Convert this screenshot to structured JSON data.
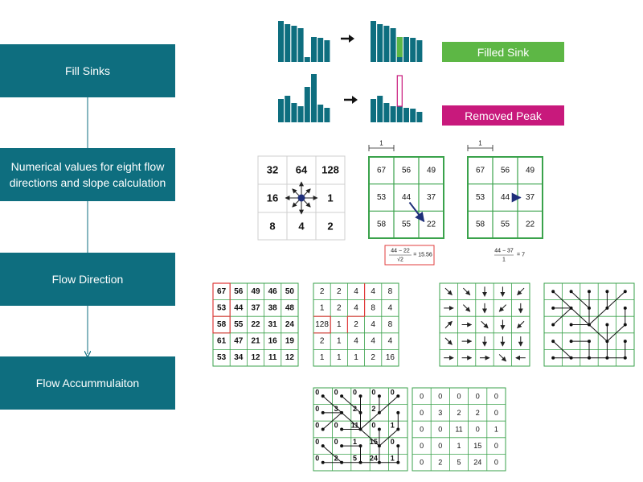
{
  "steps": [
    {
      "label": "Fill Sinks"
    },
    {
      "label": "Numerical values for eight flow directions and slope calculation"
    },
    {
      "label": "Flow Direction"
    },
    {
      "label": "Flow Accummulaiton"
    }
  ],
  "legend": {
    "filled_sink": {
      "label": "Filled Sink",
      "color": "#5db745"
    },
    "removed_peak": {
      "label": "Removed Peak",
      "color": "#c8197c"
    }
  },
  "colors": {
    "box": "#0e6e7f",
    "grid_green": "#3aa24b",
    "grid_red": "#e03c3c",
    "arrow_blue": "#1f2f7a"
  },
  "profiles": {
    "sink_before": [
      51,
      47,
      45,
      42,
      6,
      31,
      30,
      27
    ],
    "sink_after": [
      51,
      47,
      45,
      42,
      31,
      31,
      30,
      27
    ],
    "peak_before": [
      29,
      33,
      24,
      20,
      44,
      60,
      22,
      18
    ],
    "peak_after": [
      29,
      33,
      24,
      20,
      20,
      18,
      17,
      13
    ]
  },
  "direction_codes": {
    "rows": [
      [
        "32",
        "64",
        "128"
      ],
      [
        "16",
        "",
        "1"
      ],
      [
        "8",
        "4",
        "2"
      ]
    ]
  },
  "slope": {
    "unit_label": "1",
    "grid": [
      [
        "67",
        "56",
        "49"
      ],
      [
        "53",
        "44",
        "37"
      ],
      [
        "58",
        "55",
        "22"
      ]
    ],
    "diagonal_formula": {
      "numerator": "44 − 22",
      "denominator": "√2",
      "result": "= 15.56"
    },
    "straight_formula": {
      "numerator": "44 − 37",
      "denominator": "1",
      "result": "= 7"
    }
  },
  "elevation_grid": [
    [
      "67",
      "56",
      "49",
      "46",
      "50"
    ],
    [
      "53",
      "44",
      "37",
      "38",
      "48"
    ],
    [
      "58",
      "55",
      "22",
      "31",
      "24"
    ],
    [
      "61",
      "47",
      "21",
      "16",
      "19"
    ],
    [
      "53",
      "34",
      "12",
      "11",
      "12"
    ]
  ],
  "direction_grid": [
    [
      "2",
      "2",
      "4",
      "4",
      "8"
    ],
    [
      "1",
      "2",
      "4",
      "8",
      "4"
    ],
    [
      "128",
      "1",
      "2",
      "4",
      "8"
    ],
    [
      "2",
      "1",
      "4",
      "4",
      "4"
    ],
    [
      "1",
      "1",
      "1",
      "2",
      "16"
    ]
  ],
  "accumulation_grid": [
    [
      "0",
      "0",
      "0",
      "0",
      "0"
    ],
    [
      "0",
      "3",
      "2",
      "2",
      "0"
    ],
    [
      "0",
      "0",
      "11",
      "0",
      "1"
    ],
    [
      "0",
      "0",
      "1",
      "15",
      "0"
    ],
    [
      "0",
      "2",
      "5",
      "24",
      "0"
    ]
  ],
  "network_labels": [
    {
      "text": "0",
      "col": 0,
      "row": 0
    },
    {
      "text": "0",
      "col": 1,
      "row": 0
    },
    {
      "text": "0",
      "col": 2,
      "row": 0
    },
    {
      "text": "0",
      "col": 3,
      "row": 0
    },
    {
      "text": "0",
      "col": 4,
      "row": 0
    },
    {
      "text": "0",
      "col": 0,
      "row": 1
    },
    {
      "text": "3",
      "col": 1,
      "row": 1
    },
    {
      "text": "2",
      "col": 2,
      "row": 1
    },
    {
      "text": "2",
      "col": 3,
      "row": 1
    },
    {
      "text": "0",
      "col": 0,
      "row": 2
    },
    {
      "text": "0",
      "col": 1,
      "row": 2
    },
    {
      "text": "11",
      "col": 2,
      "row": 2
    },
    {
      "text": "0",
      "col": 3,
      "row": 2
    },
    {
      "text": "1",
      "col": 4,
      "row": 2
    },
    {
      "text": "0",
      "col": 0,
      "row": 3
    },
    {
      "text": "0",
      "col": 1,
      "row": 3
    },
    {
      "text": "1",
      "col": 2,
      "row": 3
    },
    {
      "text": "15",
      "col": 3,
      "row": 3
    },
    {
      "text": "0",
      "col": 4,
      "row": 3
    },
    {
      "text": "0",
      "col": 0,
      "row": 4
    },
    {
      "text": "2",
      "col": 1,
      "row": 4
    },
    {
      "text": "5",
      "col": 2,
      "row": 4
    },
    {
      "text": "24",
      "col": 3,
      "row": 4
    },
    {
      "text": "1",
      "col": 4,
      "row": 4
    }
  ]
}
